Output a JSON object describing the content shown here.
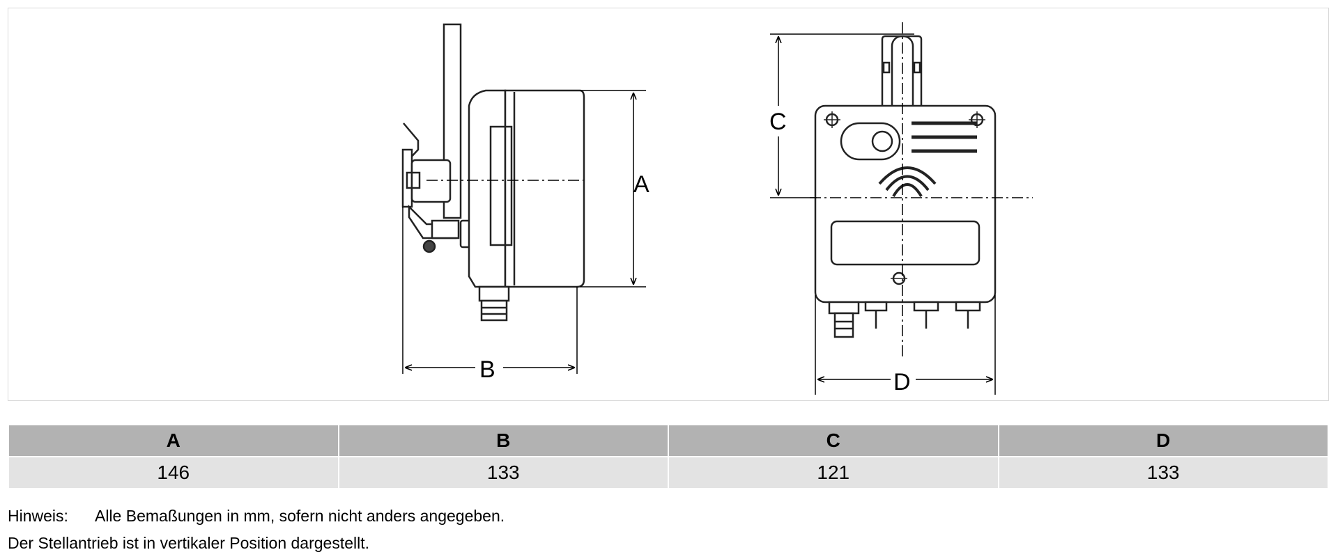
{
  "dimensions": {
    "labels": [
      "A",
      "B",
      "C",
      "D"
    ],
    "values": [
      "146",
      "133",
      "121",
      "133"
    ]
  },
  "notes": {
    "label": "Hinweis:",
    "line1": "Alle Bemaßungen in mm, sofern nicht anders angegeben.",
    "line2": "Der Stellantrieb ist in vertikaler Position dargestellt."
  },
  "colors": {
    "header_bg": "#b2b2b2",
    "row_bg": "#e3e3e3",
    "line": "#000000"
  }
}
